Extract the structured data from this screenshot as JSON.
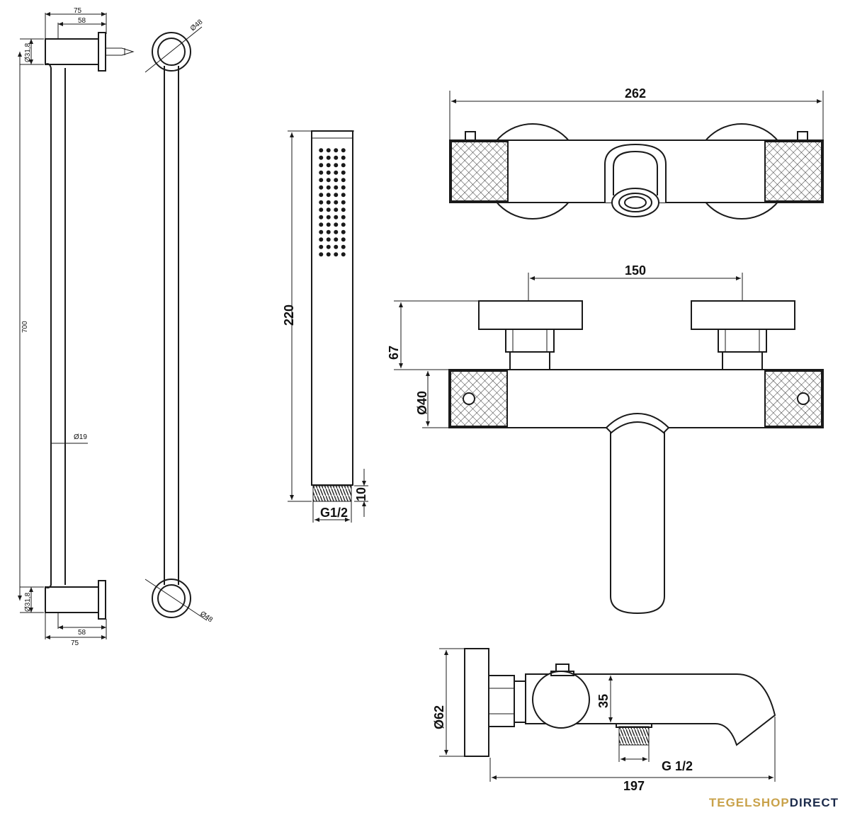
{
  "rail": {
    "top_width": "75",
    "top_inner": "58",
    "bottom_inner": "58",
    "bottom_width": "75",
    "top_bracket_dia": "Ø31,8",
    "bottom_bracket_dia": "Ø31,8",
    "length": "700",
    "bar_dia": "Ø19",
    "rose_top_dia": "Ø48",
    "rose_bottom_dia": "Ø48"
  },
  "hand_shower": {
    "length": "220",
    "thread_length": "10",
    "thread": "G1/2"
  },
  "mixer_top": {
    "width": "262"
  },
  "mixer_front": {
    "spacing": "150",
    "height": "67",
    "body_dia": "Ø40"
  },
  "mixer_side": {
    "rose_dia": "Ø62",
    "outlet_height": "35",
    "outlet_thread": "G 1/2",
    "depth": "197"
  },
  "brand": {
    "part1": "TEGELSHOP",
    "part2": "DIRECT"
  }
}
